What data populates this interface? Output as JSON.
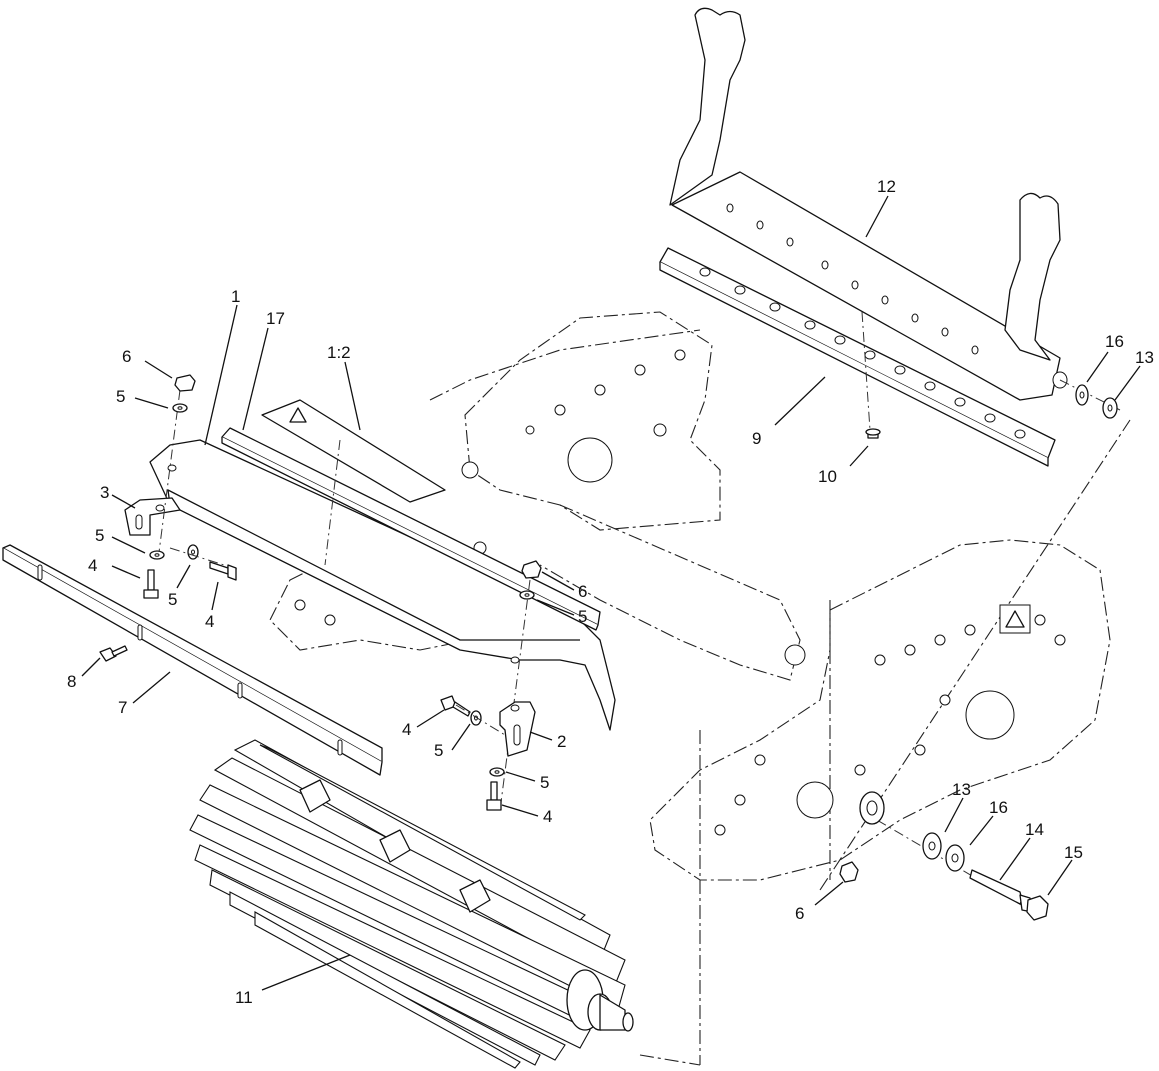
{
  "callouts": [
    {
      "id": "c1",
      "text": "1"
    },
    {
      "id": "c17",
      "text": "17"
    },
    {
      "id": "c1_2",
      "text": "1:2"
    },
    {
      "id": "c12",
      "text": "12"
    },
    {
      "id": "c16a",
      "text": "16"
    },
    {
      "id": "c13a",
      "text": "13"
    },
    {
      "id": "c9",
      "text": "9"
    },
    {
      "id": "c10",
      "text": "10"
    },
    {
      "id": "c6a",
      "text": "6"
    },
    {
      "id": "c5a",
      "text": "5"
    },
    {
      "id": "c3",
      "text": "3"
    },
    {
      "id": "c5b",
      "text": "5"
    },
    {
      "id": "c4a",
      "text": "4"
    },
    {
      "id": "c5c",
      "text": "5"
    },
    {
      "id": "c4b",
      "text": "4"
    },
    {
      "id": "c6b",
      "text": "6"
    },
    {
      "id": "c5d",
      "text": "5"
    },
    {
      "id": "c8",
      "text": "8"
    },
    {
      "id": "c7",
      "text": "7"
    },
    {
      "id": "c4c",
      "text": "4"
    },
    {
      "id": "c5e",
      "text": "5"
    },
    {
      "id": "c2",
      "text": "2"
    },
    {
      "id": "c5f",
      "text": "5"
    },
    {
      "id": "c4d",
      "text": "4"
    },
    {
      "id": "c13b",
      "text": "13"
    },
    {
      "id": "c16b",
      "text": "16"
    },
    {
      "id": "c14",
      "text": "14"
    },
    {
      "id": "c15",
      "text": "15"
    },
    {
      "id": "c6c",
      "text": "6"
    },
    {
      "id": "c11",
      "text": "11"
    }
  ]
}
